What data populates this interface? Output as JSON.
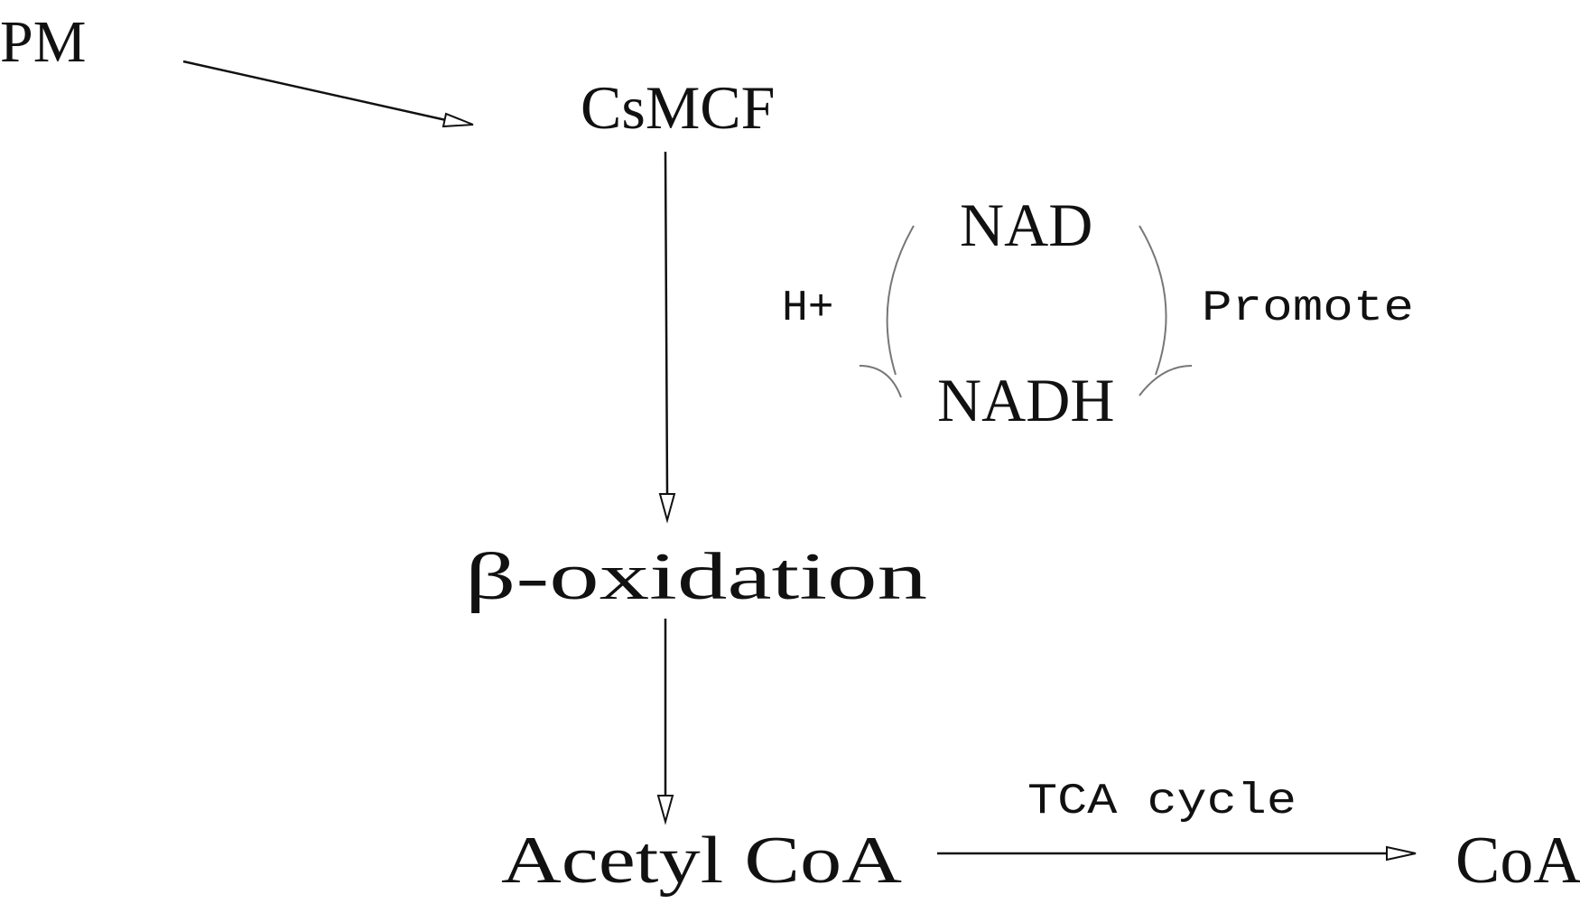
{
  "nodes": {
    "pm": "PM",
    "csmcf": "CsMCF",
    "nad": "NAD",
    "nadh": "NADH",
    "beta_oxidation": "β-oxidation",
    "acetyl_coa": "Acetyl CoA",
    "coa": "CoA"
  },
  "labels": {
    "h_plus": "H+",
    "promote": "Promote",
    "tca_cycle": "TCA cycle"
  },
  "colors": {
    "ink": "#111111",
    "curve": "#777777",
    "background": "#ffffff"
  }
}
